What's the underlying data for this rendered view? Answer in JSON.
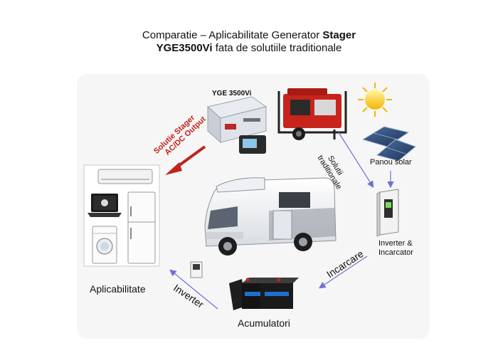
{
  "title": {
    "line1_prefix": "Comparatie – Aplicabilitate Generator ",
    "line1_bold": "Stager",
    "line2_bold": "YGE3500Vi",
    "line2_suffix": " fata de solutiile traditionale"
  },
  "labels": {
    "yge_model": "YGE 3500Vi",
    "stager_solution_line1": "Solutie Stager",
    "stager_solution_line2": "AC/DC Output",
    "traditional_line1": "Solutii",
    "traditional_line2": "traditionale",
    "solar_panel": "Panou solar",
    "inverter_charger_line1": "Inverter &",
    "inverter_charger_line2": "Incarcator",
    "charging": "Incarcare",
    "batteries": "Acumulatori",
    "inverter": "Inverter",
    "applicability": "Aplicabilitate",
    "laptop_logo": ""
  },
  "colors": {
    "arrow_red": "#c0241a",
    "arrow_blue": "#6f6fd8",
    "generator_red": "#c8241c",
    "panel_bg": "#f6f6f6"
  }
}
